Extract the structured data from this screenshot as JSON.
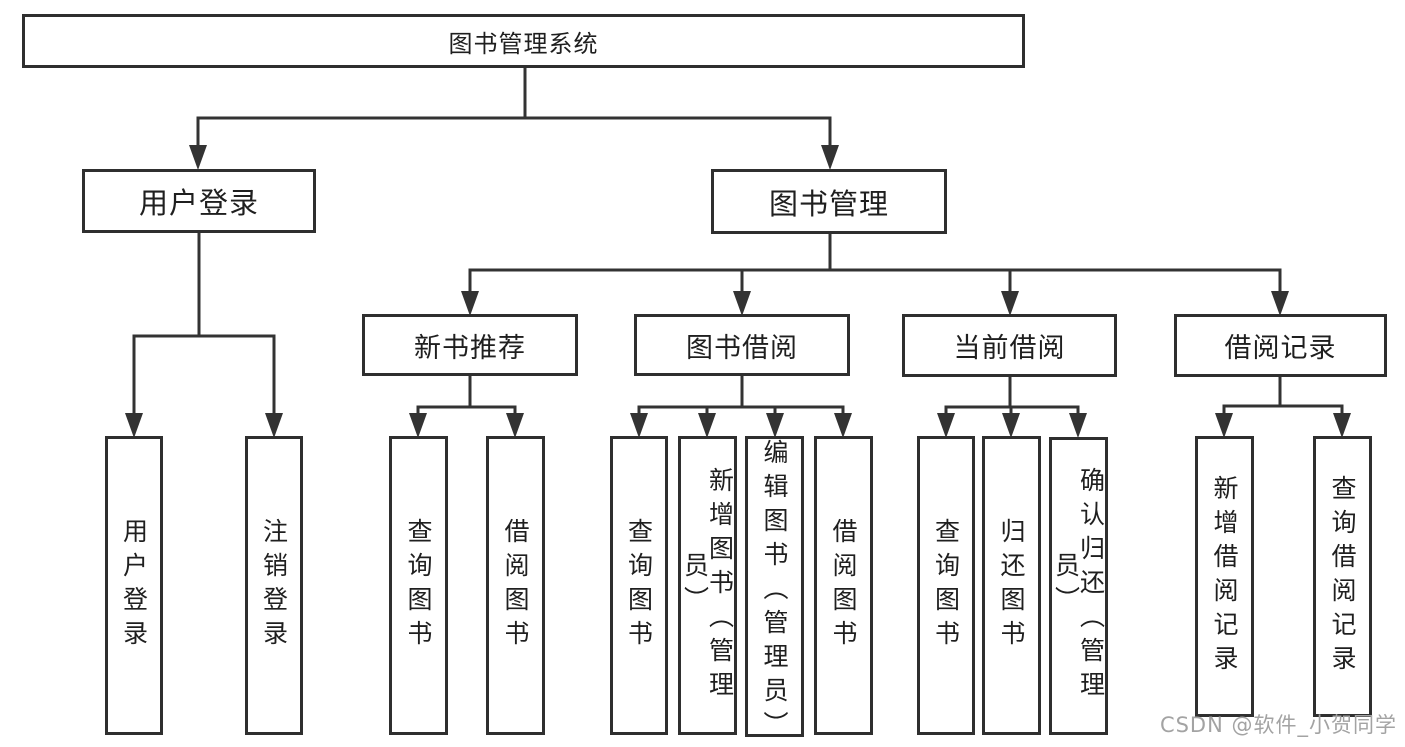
{
  "colors": {
    "background": "#ffffff",
    "line": "#333333",
    "box_border": "#2f2f2f",
    "text": "#1f1f1f",
    "watermark": "#a3a3a3"
  },
  "watermark": "CSDN @软件_小贺同学",
  "tree": {
    "root": "图书管理系统",
    "children": [
      {
        "label": "用户登录",
        "children": [
          "用户登录",
          "注销登录"
        ]
      },
      {
        "label": "图书管理",
        "children": [
          {
            "label": "新书推荐",
            "children": [
              "查询图书",
              "借阅图书"
            ]
          },
          {
            "label": "图书借阅",
            "children": [
              "查询图书",
              "新增图书（管理员）",
              "编辑图书（管理员）",
              "借阅图书"
            ]
          },
          {
            "label": "当前借阅",
            "children": [
              "查询图书",
              "归还图书",
              "确认归还（管理员）"
            ]
          },
          {
            "label": "借阅记录",
            "children": [
              "新增借阅记录",
              "查询借阅记录"
            ]
          }
        ]
      }
    ]
  }
}
